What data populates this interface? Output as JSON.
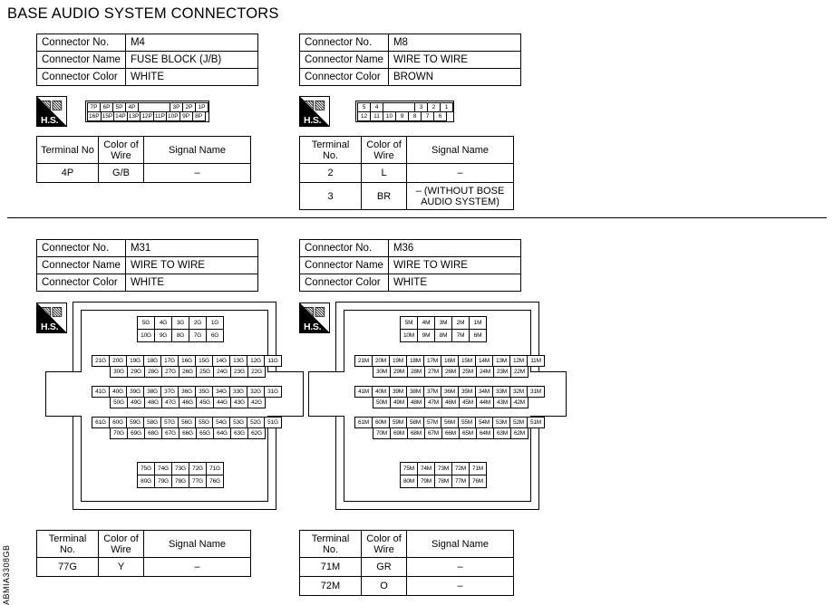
{
  "page": {
    "title": "BASE AUDIO SYSTEM CONNECTORS",
    "side_code": "ABMIA3308GB"
  },
  "labels": {
    "connector_no": "Connector No.",
    "connector_name": "Connector Name",
    "connector_color": "Connector Color",
    "terminal_no": "Terminal No.",
    "terminal_no_alt": "Terminal No",
    "color_of_wire_1": "Color of",
    "color_of_wire_2": "Wire",
    "signal_name": "Signal Name",
    "hs": "H.S.",
    "dash": "–"
  },
  "connectors": [
    {
      "id": "m4",
      "no": "M4",
      "name": "FUSE BLOCK (J/B)",
      "color": "WHITE",
      "pins_top": [
        "7P",
        "6P",
        "5P",
        "4P",
        "",
        "3P",
        "2P",
        "1P"
      ],
      "pins_bottom": [
        "16P",
        "15P",
        "14P",
        "13P",
        "12P",
        "11P",
        "10P",
        "9P",
        "8P"
      ],
      "terminals": [
        {
          "no": "4P",
          "wire": "G/B",
          "signal": "–"
        }
      ]
    },
    {
      "id": "m8",
      "no": "M8",
      "name": "WIRE TO WIRE",
      "color": "BROWN",
      "pins_top": [
        "5",
        "4",
        "",
        "3",
        "2",
        "1"
      ],
      "pins_bottom": [
        "12",
        "11",
        "10",
        "9",
        "8",
        "7",
        "6"
      ],
      "terminals": [
        {
          "no": "2",
          "wire": "L",
          "signal": "–"
        },
        {
          "no": "3",
          "wire": "BR",
          "signal": "– (WITHOUT BOSE\nAUDIO SYSTEM)"
        }
      ]
    },
    {
      "id": "m31",
      "no": "M31",
      "name": "WIRE TO WIRE",
      "color": "WHITE",
      "block_top": {
        "row1": [
          "5G",
          "4G",
          "3G",
          "2G",
          "1G"
        ],
        "row2": [
          "10G",
          "9G",
          "8G",
          "7G",
          "6G"
        ]
      },
      "block_mid": [
        {
          "row1": [
            "21G",
            "20G",
            "19G",
            "18G",
            "17G",
            "16G",
            "15G",
            "14G",
            "13G",
            "12G",
            "11G"
          ],
          "row2": [
            "30G",
            "29G",
            "28G",
            "27G",
            "26G",
            "25G",
            "24G",
            "23G",
            "22G"
          ]
        },
        {
          "row1": [
            "41G",
            "40G",
            "39G",
            "38G",
            "37G",
            "36G",
            "35G",
            "34G",
            "33G",
            "32G",
            "31G"
          ],
          "row2": [
            "50G",
            "49G",
            "48G",
            "47G",
            "46G",
            "45G",
            "44G",
            "43G",
            "42G"
          ]
        },
        {
          "row1": [
            "61G",
            "60G",
            "59G",
            "58G",
            "57G",
            "56G",
            "55G",
            "54G",
            "53G",
            "52G",
            "51G"
          ],
          "row2": [
            "70G",
            "69G",
            "68G",
            "67G",
            "66G",
            "65G",
            "64G",
            "63G",
            "62G"
          ]
        }
      ],
      "block_bottom": {
        "row1": [
          "75G",
          "74G",
          "73G",
          "72G",
          "71G"
        ],
        "row2": [
          "80G",
          "79G",
          "78G",
          "77G",
          "76G"
        ]
      },
      "terminals": [
        {
          "no": "77G",
          "wire": "Y",
          "signal": "–"
        }
      ]
    },
    {
      "id": "m36",
      "no": "M36",
      "name": "WIRE TO WIRE",
      "color": "WHITE",
      "block_top": {
        "row1": [
          "5M",
          "4M",
          "3M",
          "2M",
          "1M"
        ],
        "row2": [
          "10M",
          "9M",
          "8M",
          "7M",
          "6M"
        ]
      },
      "block_mid": [
        {
          "row1": [
            "21M",
            "20M",
            "19M",
            "18M",
            "17M",
            "16M",
            "15M",
            "14M",
            "13M",
            "12M",
            "11M"
          ],
          "row2": [
            "30M",
            "29M",
            "28M",
            "27M",
            "26M",
            "25M",
            "24M",
            "23M",
            "22M"
          ]
        },
        {
          "row1": [
            "41M",
            "40M",
            "39M",
            "38M",
            "37M",
            "36M",
            "35M",
            "34M",
            "33M",
            "32M",
            "31M"
          ],
          "row2": [
            "50M",
            "49M",
            "48M",
            "47M",
            "46M",
            "45M",
            "44M",
            "43M",
            "42M"
          ]
        },
        {
          "row1": [
            "61M",
            "60M",
            "59M",
            "58M",
            "57M",
            "56M",
            "55M",
            "54M",
            "53M",
            "52M",
            "51M"
          ],
          "row2": [
            "70M",
            "69M",
            "68M",
            "67M",
            "66M",
            "65M",
            "64M",
            "63M",
            "62M"
          ]
        }
      ],
      "block_bottom": {
        "row1": [
          "75M",
          "74M",
          "73M",
          "72M",
          "71M"
        ],
        "row2": [
          "80M",
          "79M",
          "78M",
          "77M",
          "76M"
        ]
      },
      "terminals": [
        {
          "no": "71M",
          "wire": "GR",
          "signal": "–"
        },
        {
          "no": "72M",
          "wire": "O",
          "signal": "–"
        }
      ]
    }
  ]
}
